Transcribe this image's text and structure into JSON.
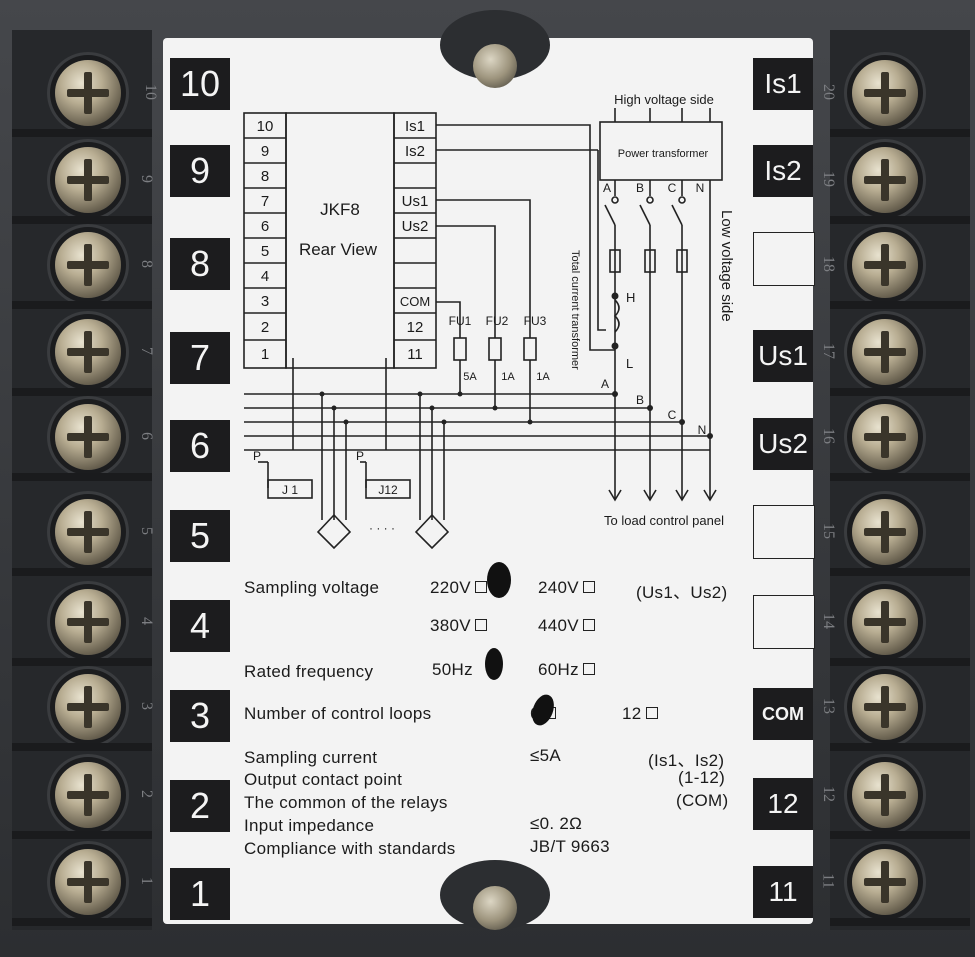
{
  "left_labels": [
    "10",
    "9",
    "8",
    "7",
    "6",
    "5",
    "4",
    "3",
    "2",
    "1"
  ],
  "left_pin_numbers": [
    "10",
    "9",
    "8",
    "7",
    "6",
    "5",
    "4",
    "3",
    "2",
    "1"
  ],
  "right_labels": [
    "Is1",
    "Is2",
    "",
    "Us1",
    "Us2",
    "",
    "",
    "COM",
    "12",
    "11"
  ],
  "right_pin_numbers": [
    "20",
    "19",
    "18",
    "17",
    "16",
    "15",
    "14",
    "13",
    "12",
    "11"
  ],
  "diagram": {
    "pins_left": [
      "10",
      "9",
      "8",
      "7",
      "6",
      "5",
      "4",
      "3",
      "2",
      "1"
    ],
    "pins_right": [
      "Is1",
      "Is2",
      "",
      "Us1",
      "Us2",
      "",
      "",
      "COM",
      "12",
      "11"
    ],
    "model": "JKF8",
    "view": "Rear View",
    "fuses": [
      "FU1",
      "FU2",
      "FU3"
    ],
    "fuse_ratings": [
      "5A",
      "1A",
      "1A"
    ],
    "high_voltage": "High voltage side",
    "transformer": "Power transformer",
    "phases": [
      "A",
      "B",
      "C",
      "N"
    ],
    "ct_label": "Total current transformer",
    "ct_h": "H",
    "ct_l": "L",
    "low_voltage": "Low voltage side",
    "load": "To load control panel",
    "relays": [
      "J 1",
      "J12"
    ],
    "p_label": "P",
    "dots": "· · · ·"
  },
  "specs": {
    "sampling_voltage": "Sampling voltage",
    "v220": "220V",
    "v240": "240V",
    "us_note": "(Us1、Us2)",
    "v380": "380V",
    "v440": "440V",
    "rated_frequency": "Rated frequency",
    "f50": "50Hz",
    "f60": "60Hz",
    "control_loops": "Number of control loops",
    "loops6": "6",
    "loops12": "12",
    "sampling_current": "Sampling current",
    "sampling_current_val": "≤5A",
    "is_note": "(Is1、Is2)",
    "output_contact": "Output contact point",
    "output_note": "(1-12)",
    "relays_common": "The common of the relays",
    "com_note": "(COM)",
    "input_impedance": "Input impedance",
    "input_impedance_val": "≤0. 2Ω",
    "compliance": "Compliance with standards",
    "compliance_val": "JB/T 9663"
  }
}
